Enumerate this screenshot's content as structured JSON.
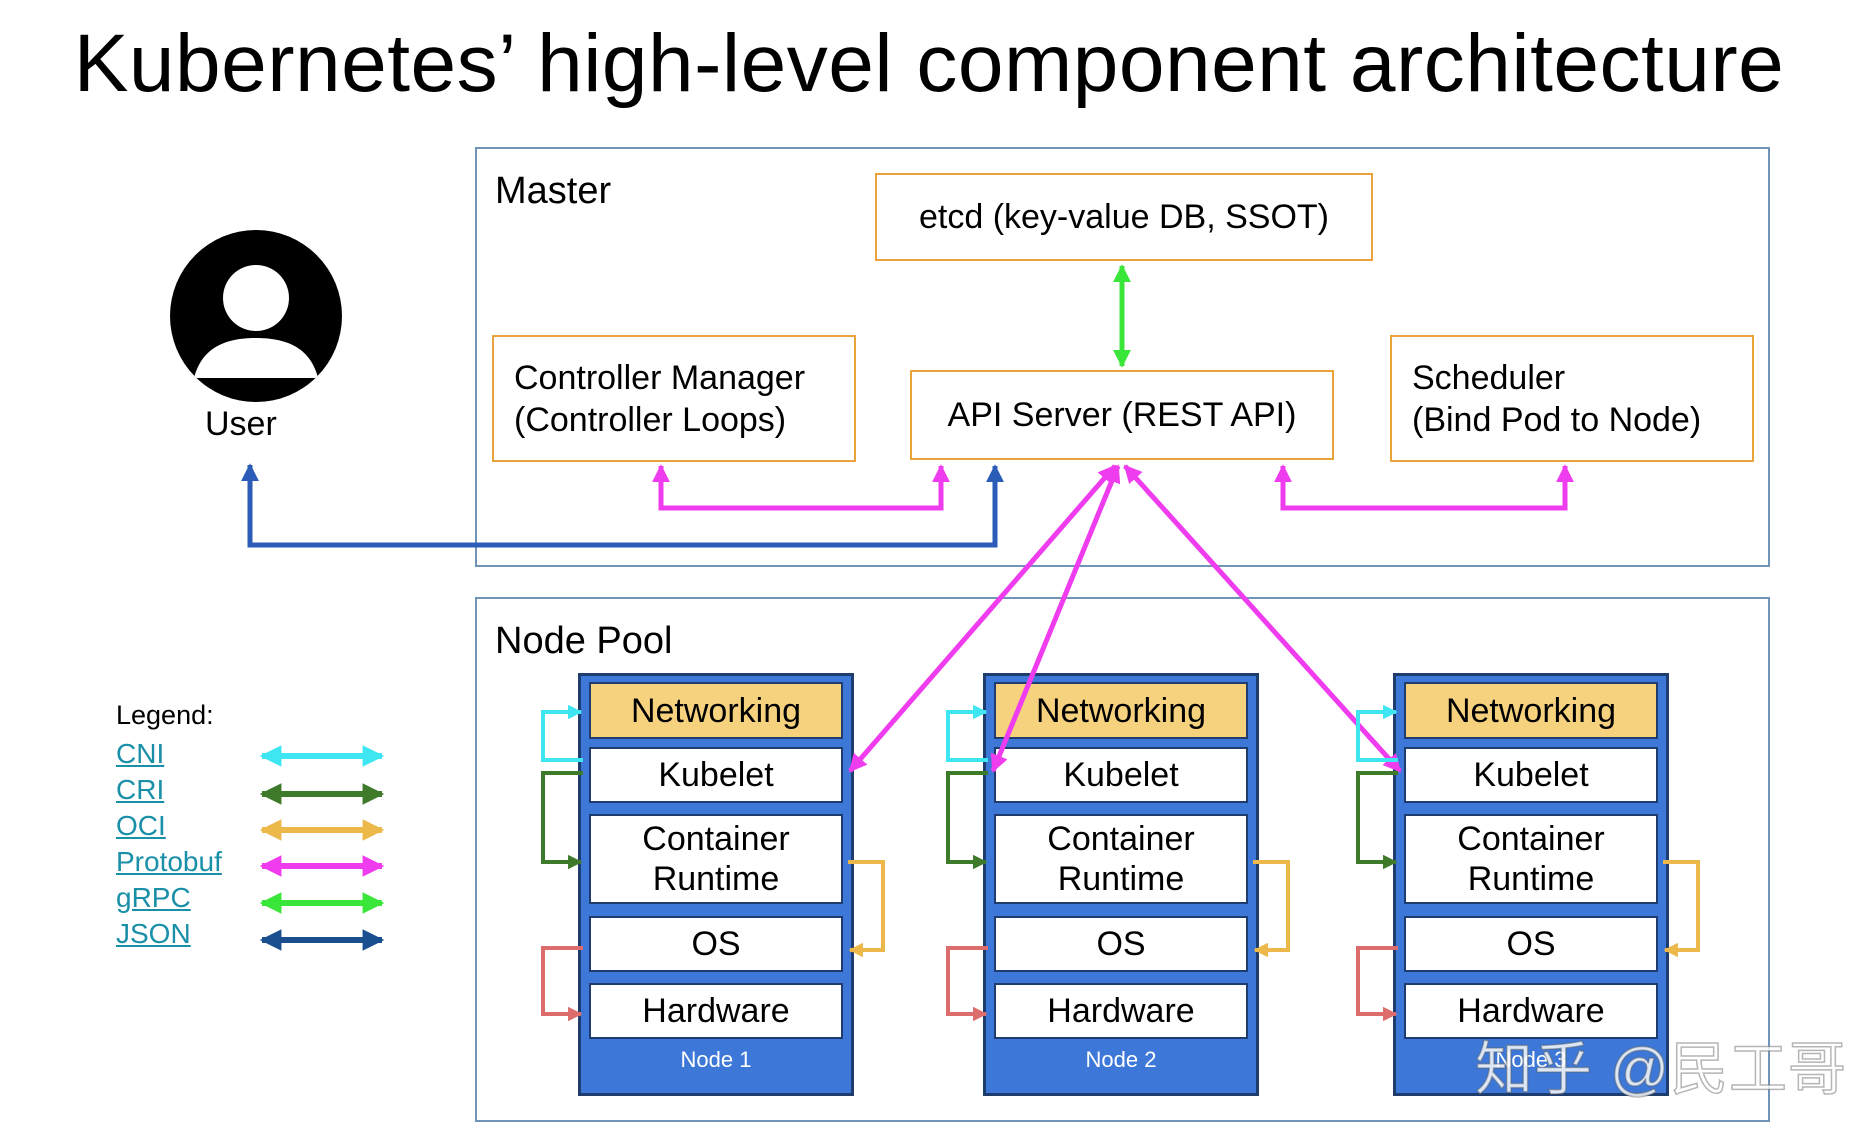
{
  "title": "Kubernetes’ high-level component architecture",
  "user": {
    "label": "User"
  },
  "master": {
    "label": "Master",
    "etcd": "etcd (key-value DB, SSOT)",
    "controller_manager": [
      "Controller Manager",
      "(Controller Loops)"
    ],
    "api_server": "API Server (REST API)",
    "scheduler": [
      "Scheduler",
      "(Bind Pod to Node)"
    ]
  },
  "node_pool": {
    "label": "Node Pool",
    "layers": [
      "Networking",
      "Kubelet",
      "Container\nRuntime",
      "OS",
      "Hardware"
    ],
    "nodes": [
      {
        "name": "Node 1"
      },
      {
        "name": "Node 2"
      },
      {
        "name": "Node 3"
      }
    ]
  },
  "legend": {
    "title": "Legend:",
    "items": [
      {
        "label": "CNI",
        "color": "#3ee6f2"
      },
      {
        "label": "CRI",
        "color": "#3d7a2a"
      },
      {
        "label": "OCI",
        "color": "#ebb849"
      },
      {
        "label": "Protobuf",
        "color": "#ee3cee"
      },
      {
        "label": "gRPC",
        "color": "#39e639"
      },
      {
        "label": "JSON",
        "color": "#1a4f8f"
      }
    ]
  },
  "colors": {
    "box_border": "#e8a33a",
    "group_border": "#6f94b8",
    "node_fill": "#3d78d8",
    "node_border": "#1f3c6e",
    "networking_fill": "#f7d27e",
    "protobuf_arrow": "#ee3cee",
    "grpc_arrow": "#39e639",
    "json_arrow": "#2a5cb8",
    "cni_arrow": "#3ee6f2",
    "cri_arrow": "#3d7a2a",
    "oci_arrow": "#ebb849",
    "hardware_arrow": "#dd6c6c"
  },
  "watermark": "知乎 @民工哥"
}
